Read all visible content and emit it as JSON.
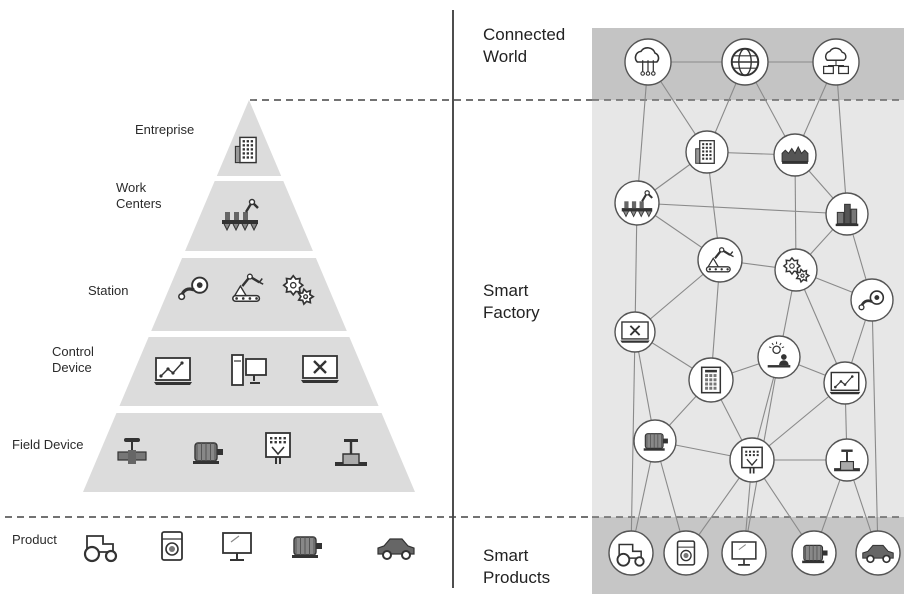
{
  "pyramid": {
    "levels": [
      {
        "label": "Entreprise",
        "icons": [
          "office-building-icon"
        ]
      },
      {
        "label": "Work Centers",
        "icons": [
          "assembly-line-robot-icon"
        ]
      },
      {
        "label": "Station",
        "icons": [
          "valve-pipe-icon",
          "conveyor-robot-arm-icon",
          "gears-icon"
        ]
      },
      {
        "label": "Control Device",
        "icons": [
          "laptop-chart-icon",
          "desktop-computer-icon",
          "laptop-tools-icon"
        ]
      },
      {
        "label": "Field Device",
        "icons": [
          "valve-icon",
          "electric-motor-icon",
          "sensor-panel-icon",
          "pipe-valve-icon"
        ]
      }
    ],
    "product": {
      "label": "Product",
      "icons": [
        "tractor-icon",
        "washing-machine-icon",
        "monitor-icon",
        "electric-motor-icon",
        "car-icon"
      ]
    }
  },
  "network": {
    "sections": [
      {
        "label": "Connected World"
      },
      {
        "label": "Smart Factory"
      },
      {
        "label": "Smart Products"
      }
    ],
    "nodes": [
      {
        "id": "cw1",
        "icon": "cloud-network-icon"
      },
      {
        "id": "cw2",
        "icon": "globe-icon"
      },
      {
        "id": "cw3",
        "icon": "cloud-computers-icon"
      },
      {
        "id": "n1",
        "icon": "office-building-icon"
      },
      {
        "id": "n2",
        "icon": "factory-skyline-icon"
      },
      {
        "id": "n3",
        "icon": "assembly-line-robot-icon"
      },
      {
        "id": "n4",
        "icon": "factory-tower-icon"
      },
      {
        "id": "n5",
        "icon": "conveyor-robot-arm-icon"
      },
      {
        "id": "n6",
        "icon": "gears-icon"
      },
      {
        "id": "n7",
        "icon": "valve-pipe-icon"
      },
      {
        "id": "n8",
        "icon": "laptop-tools-icon"
      },
      {
        "id": "n9",
        "icon": "calculator-document-icon"
      },
      {
        "id": "n10",
        "icon": "idea-worker-icon"
      },
      {
        "id": "n11",
        "icon": "laptop-chart-icon"
      },
      {
        "id": "n12",
        "icon": "electric-motor-icon"
      },
      {
        "id": "n13",
        "icon": "sensor-panel-icon"
      },
      {
        "id": "n14",
        "icon": "pipe-valve-icon"
      },
      {
        "id": "p1",
        "icon": "tractor-icon"
      },
      {
        "id": "p2",
        "icon": "washing-machine-icon"
      },
      {
        "id": "p3",
        "icon": "monitor-icon"
      },
      {
        "id": "p4",
        "icon": "electric-motor-icon"
      },
      {
        "id": "p5",
        "icon": "car-icon"
      }
    ],
    "edges": [
      [
        "cw1",
        "cw2"
      ],
      [
        "cw2",
        "cw3"
      ],
      [
        "cw1",
        "n3"
      ],
      [
        "cw1",
        "n1"
      ],
      [
        "cw2",
        "n1"
      ],
      [
        "cw2",
        "n2"
      ],
      [
        "cw3",
        "n2"
      ],
      [
        "cw3",
        "n4"
      ],
      [
        "n1",
        "n2"
      ],
      [
        "n1",
        "n3"
      ],
      [
        "n1",
        "n5"
      ],
      [
        "n2",
        "n4"
      ],
      [
        "n2",
        "n6"
      ],
      [
        "n3",
        "n5"
      ],
      [
        "n3",
        "n4"
      ],
      [
        "n3",
        "n8"
      ],
      [
        "n4",
        "n6"
      ],
      [
        "n4",
        "n7"
      ],
      [
        "n5",
        "n6"
      ],
      [
        "n5",
        "n9"
      ],
      [
        "n5",
        "n8"
      ],
      [
        "n6",
        "n7"
      ],
      [
        "n6",
        "n10"
      ],
      [
        "n6",
        "n11"
      ],
      [
        "n7",
        "n11"
      ],
      [
        "n8",
        "n9"
      ],
      [
        "n8",
        "n12"
      ],
      [
        "n9",
        "n10"
      ],
      [
        "n9",
        "n12"
      ],
      [
        "n9",
        "n13"
      ],
      [
        "n10",
        "n11"
      ],
      [
        "n10",
        "n13"
      ],
      [
        "n11",
        "n14"
      ],
      [
        "n11",
        "n13"
      ],
      [
        "n12",
        "n13"
      ],
      [
        "n13",
        "n14"
      ],
      [
        "n12",
        "p1"
      ],
      [
        "n12",
        "p2"
      ],
      [
        "n13",
        "p2"
      ],
      [
        "n13",
        "p3"
      ],
      [
        "n13",
        "p4"
      ],
      [
        "n14",
        "p4"
      ],
      [
        "n14",
        "p5"
      ],
      [
        "n7",
        "p5"
      ],
      [
        "n8",
        "p1"
      ],
      [
        "n10",
        "p3"
      ]
    ]
  }
}
